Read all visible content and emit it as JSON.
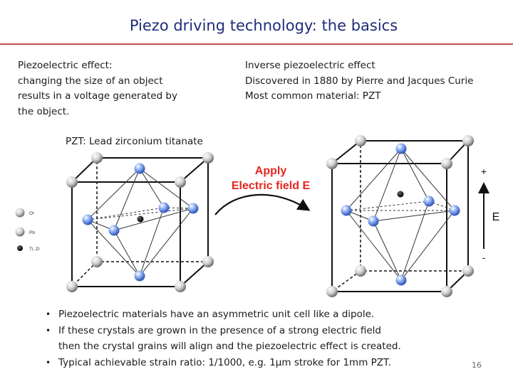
{
  "slide": {
    "title": "Piezo driving technology: the basics",
    "left_text": [
      "Piezoelectric effect:",
      "changing the size of an object",
      "results in a voltage generated by",
      "the object."
    ],
    "right_text": [
      "Inverse piezoelectric effect",
      "Discovered in 1880 by Pierre and Jacques Curie",
      "Most common material: PZT"
    ],
    "caption": "PZT: Lead zirconium titanate",
    "bullets": [
      "Piezoelectric materials have an asymmetric unit cell like a dipole.",
      "If these crystals are grown in the presence of a strong electric field",
      "then the crystal grains will align and the piezoelectric effect is created.",
      "Typical achievable strain ratio: 1/1000, e.g. 1µm stroke for 1mm PZT."
    ],
    "page_number": "16"
  },
  "figure": {
    "apply_line1": "Apply",
    "apply_line2": "Electric field E",
    "field_plus": "+",
    "field_label": "E",
    "field_minus": "-",
    "legend": [
      {
        "label": "O²",
        "color": "#c8c8c8"
      },
      {
        "label": "Pb",
        "color": "#e0e0e0"
      },
      {
        "label": "Ti, Zr",
        "color": "#111111"
      }
    ],
    "apply_color": "#e8251f",
    "oxygen_color": "#4a74d8"
  }
}
